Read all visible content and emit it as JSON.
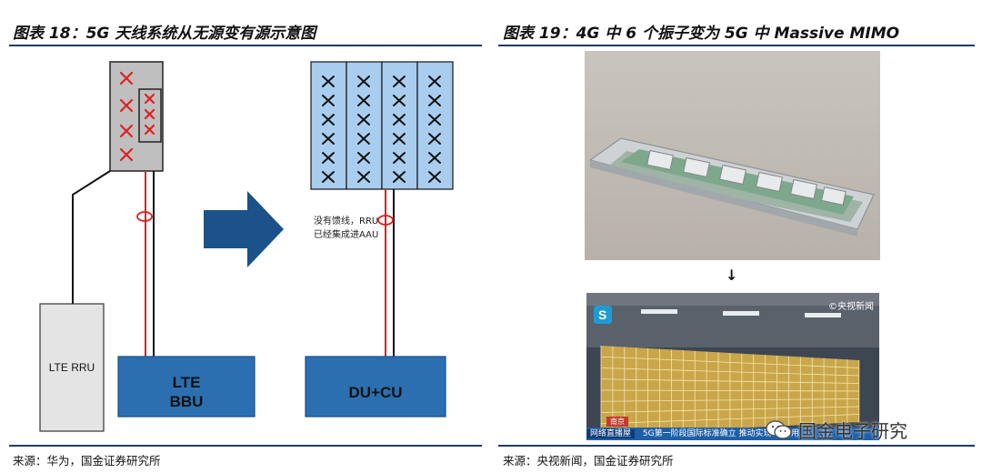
{
  "left_figure": {
    "title": "图表 18：5G 天线系统从无源变有源示意图",
    "lte_rru_label": "LTE RRU",
    "lte_bbu_label": [
      "LTE",
      "BBU"
    ],
    "du_cu_label": "DU+CU",
    "annotation": [
      "没有馈线，RRU",
      "已经集成进AAU"
    ],
    "source": "来源：华为，国金证券研究所",
    "colors": {
      "gray_antenna": "#bfbfbf",
      "blue_panel": "#a9cdef",
      "dark_blue_box": "#2b6fb0",
      "feeder_red": "#e02020",
      "arrow_blue": "#1a5289",
      "x_red": "#e02020"
    }
  },
  "right_figure": {
    "title": "图表 19：4G 中 6 个振子变为 5G 中 Massive MIMO",
    "down_arrow": "↓",
    "news_watermark": "©央视新闻",
    "ticker_left": "网络直播屋",
    "ticker_main": "5G第一阶段国际标准确立 推动实现5G商用",
    "city_tag": "南京",
    "source": "来源：央视新闻，国金证券研究所"
  },
  "wechat_badge": {
    "icon": "wechat-icon",
    "label": "国金电子研究"
  }
}
